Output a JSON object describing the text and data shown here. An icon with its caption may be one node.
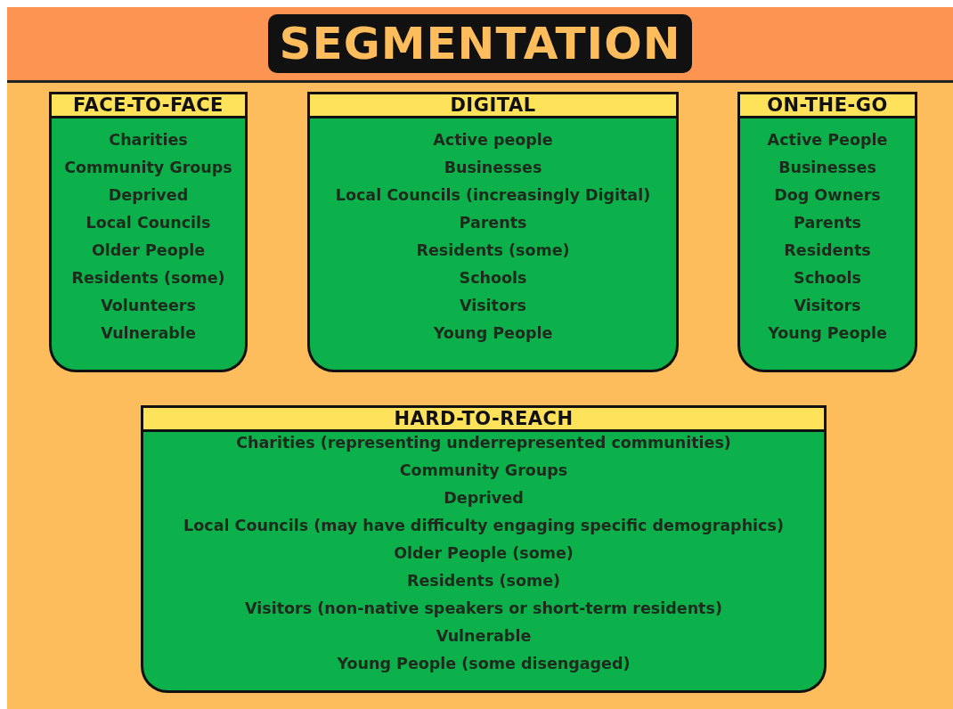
{
  "diagram": {
    "title": "SEGMENTATION",
    "nodes": [
      {
        "text": [
          "FACE-TO-FACE",
          "Charities",
          "Community Groups",
          "Deprived",
          "Local Councils",
          "Older People",
          "Residents (some)",
          "Volunteers",
          "Vulnerable"
        ]
      },
      {
        "text": [
          "DIGITAL",
          "Active people",
          "Businesses",
          "Local Councils (increasingly Digital)",
          "Parents",
          "Residents (some)",
          "Schools",
          "Visitors",
          "Young People"
        ]
      },
      {
        "text": [
          "ON-THE-GO",
          "Active People",
          "Businesses",
          "Dog Owners",
          "Parents",
          "Residents",
          "Schools",
          "Visitors",
          "Young People"
        ]
      },
      {
        "text": [
          "HARD-TO-REACH",
          "Charities (representing underrepresented communities)",
          "Community Groups",
          "Deprived",
          "Local Councils (may have difficulty engaging specific demographics)",
          "Older People (some)",
          "Residents (some)",
          "Visitors (non-native speakers or short-term residents)",
          "Vulnerable",
          "Young People (some disengaged)"
        ]
      }
    ]
  }
}
